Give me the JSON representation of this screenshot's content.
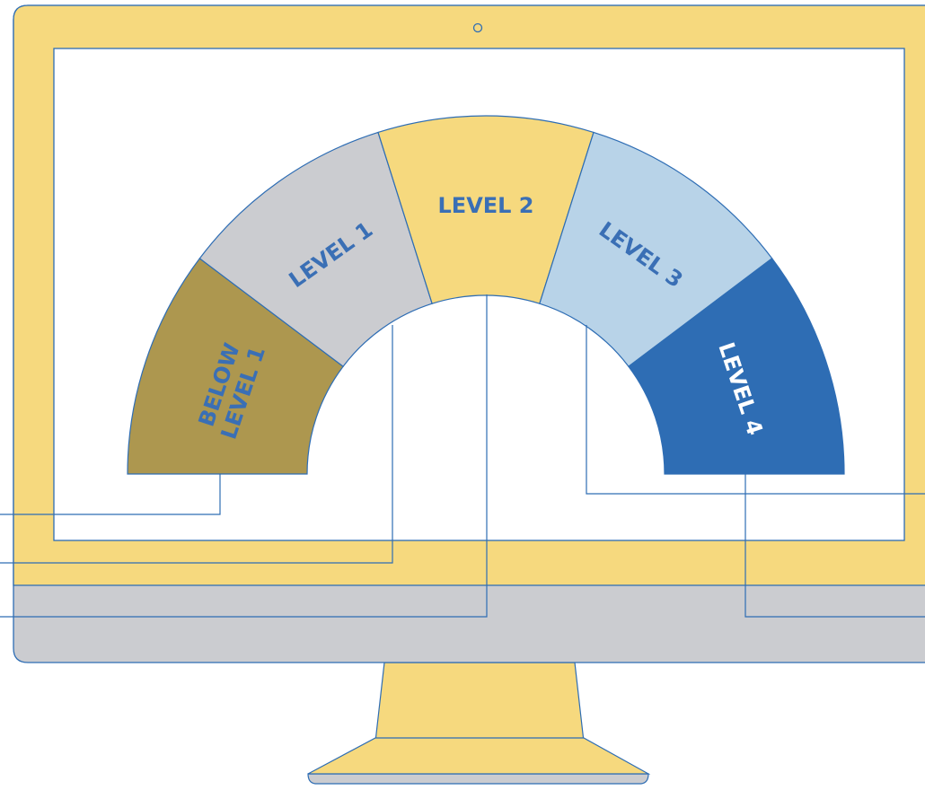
{
  "colors": {
    "monitor_frame": "#F6D97E",
    "monitor_chin": "#CBCCD0",
    "outline": "#2E6DB4",
    "screen": "#FFFFFF",
    "label_blue": "#3A6FB5",
    "label_white": "#FFFFFF"
  },
  "icons": {
    "camera": "camera-dot-icon"
  },
  "levels": [
    {
      "id": "below-level-1",
      "lines": [
        "BELOW",
        "LEVEL 1"
      ],
      "fill": "#AD974F",
      "text_color": "#3A6FB5"
    },
    {
      "id": "level-1",
      "lines": [
        "LEVEL 1"
      ],
      "fill": "#CBCCD0",
      "text_color": "#3A6FB5"
    },
    {
      "id": "level-2",
      "lines": [
        "LEVEL 2"
      ],
      "fill": "#F6D97E",
      "text_color": "#3A6FB5"
    },
    {
      "id": "level-3",
      "lines": [
        "LEVEL 3"
      ],
      "fill": "#B8D3E8",
      "text_color": "#3A6FB5"
    },
    {
      "id": "level-4",
      "lines": [
        "LEVEL 4"
      ],
      "fill": "#2E6DB4",
      "text_color": "#FFFFFF"
    }
  ]
}
